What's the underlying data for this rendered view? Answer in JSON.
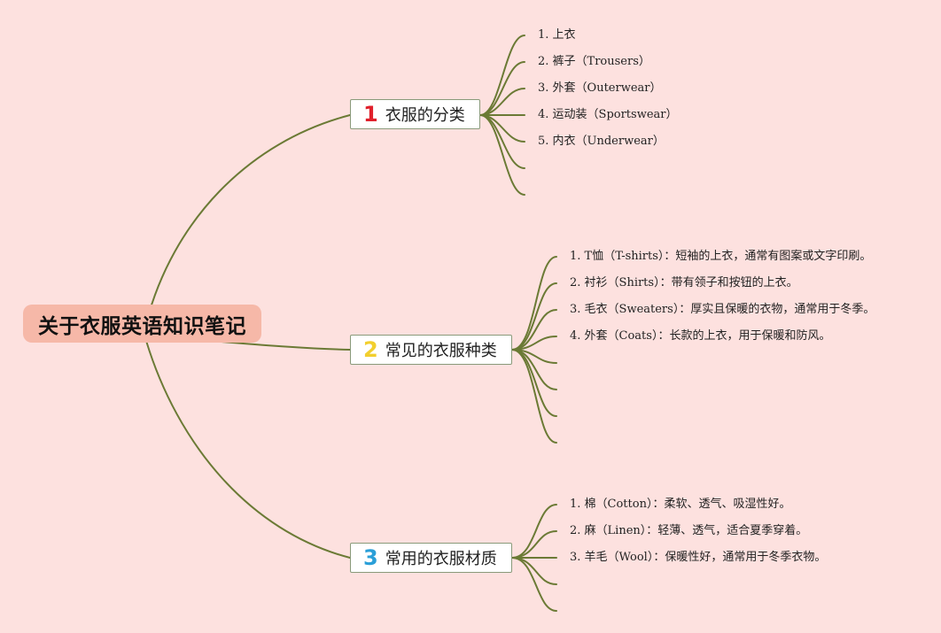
{
  "central": {
    "title": "关于衣服英语知识笔记"
  },
  "branches": [
    {
      "number": "1",
      "number_color": "#e0202b",
      "title": "衣服的分类",
      "items": [
        "1. 上衣",
        "2. 裤子（Trousers）",
        "3. 外套（Outerwear）",
        "4. 运动装（Sportswear）",
        "5. 内衣（Underwear）"
      ]
    },
    {
      "number": "2",
      "number_color": "#f2cf2e",
      "title": "常见的衣服种类",
      "items": [
        "1. T恤（T-shirts）：短袖的上衣，通常有图案或文字印刷。",
        "2. 衬衫（Shirts）：带有领子和按钮的上衣。",
        "3. 毛衣（Sweaters）：厚实且保暖的衣物，通常用于冬季。",
        "4. 外套（Coats）：长款的上衣，用于保暖和防风。"
      ]
    },
    {
      "number": "3",
      "number_color": "#2a9fd8",
      "title": "常用的衣服材质",
      "items": [
        "1. 棉（Cotton）：柔软、透气、吸湿性好。",
        "2. 麻（Linen）：轻薄、透气，适合夏季穿着。",
        "3. 羊毛（Wool）：保暖性好，通常用于冬季衣物。"
      ]
    }
  ],
  "colors": {
    "background": "#fde1df",
    "connector": "#6b7a35",
    "central_fill": "#f6b8a8"
  }
}
